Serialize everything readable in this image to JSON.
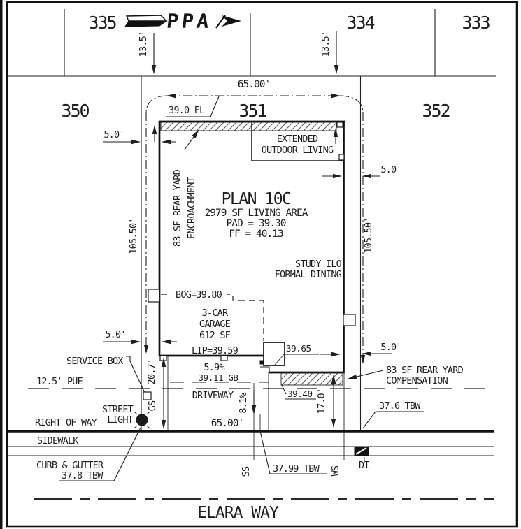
{
  "colors": {
    "ink": "#1f1f1f",
    "paper": "#ffffff"
  },
  "lots_top": {
    "a": "335",
    "b": "334",
    "c": "333"
  },
  "lots_mid": {
    "a": "350",
    "b": "351",
    "c": "352"
  },
  "logo": {
    "ppa": "PPA"
  },
  "dims": {
    "d135": "13.5'",
    "d65": "65.00'",
    "d5": "5.0'",
    "d10550": "105.50'",
    "d207": "20.7'",
    "d170": "17.0'",
    "pue": "12.5' PUE"
  },
  "house": {
    "plan": "PLAN 10C",
    "living_area": "2979 SF LIVING AREA",
    "pad": "PAD = 39.30",
    "ff": "FF = 40.13",
    "eol_line1": "EXTENDED",
    "eol_line2": "OUTDOOR LIVING",
    "study_line1": "STUDY ILO",
    "study_line2": "FORMAL DINING",
    "garage_line1": "3-CAR",
    "garage_line2": "GARAGE",
    "garage_line3": "612 SF",
    "bog": "BOG=39.80",
    "lip": "LIP=39.59",
    "encroach_line1": "83 SF REAR YARD",
    "encroach_line2": "ENCROACHMENT",
    "comp_line1": "83 SF REAR YARD",
    "comp_line2": "COMPENSATION"
  },
  "grades": {
    "fl": "39.0 FL",
    "gb": "39.11 GB",
    "spot_3965": "39.65",
    "spot_3940": "39.40",
    "slope_garage": "5.9%",
    "slope_drive": "8.1%",
    "tbw_376": "37.6 TBW",
    "tbw_3799": "37.99 TBW",
    "tbw_378": "37.8 TBW"
  },
  "site": {
    "service_box": "SERVICE BOX",
    "street_light_line1": "STREET",
    "street_light_line2": "LIGHT",
    "right_of_way": "RIGHT OF WAY",
    "sidewalk": "SIDEWALK",
    "curb_gutter": "CURB & GUTTER",
    "driveway": "DRIVEWAY",
    "gs": "GS",
    "ss": "SS",
    "ws": "WS",
    "di": "DI",
    "street_name": "ELARA WAY"
  }
}
